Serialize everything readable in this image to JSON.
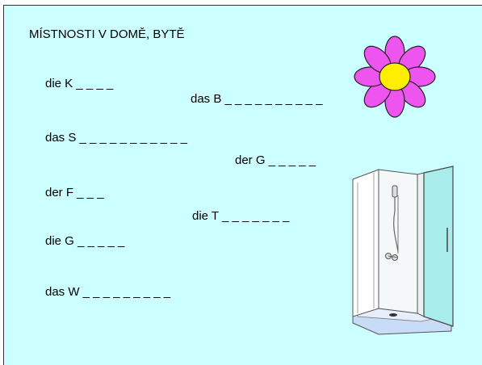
{
  "title": "MÍSTNOSTI V DOMĚ, BYTĚ",
  "items": [
    {
      "text": "die K _ _ _ _"
    },
    {
      "text": "das B _ _ _ _ _ _ _ _ _ _"
    },
    {
      "text": "das S _ _ _ _ _ _ _ _ _ _ _"
    },
    {
      "text": "der G _ _ _ _ _"
    },
    {
      "text": "der F _ _ _"
    },
    {
      "text": "die T _ _ _ _ _ _ _"
    },
    {
      "text": "die G _ _ _ _ _"
    },
    {
      "text": "das W _ _ _ _ _ _ _ _ _"
    }
  ],
  "colors": {
    "background": "#ccffff",
    "petal": "#ee55ee",
    "flower_center": "#ffee00",
    "shower_door": "#a8ecec",
    "shower_base": "#c8dcf8"
  },
  "icons": {
    "flower": "flower-icon",
    "shower": "shower-cabin-icon"
  }
}
